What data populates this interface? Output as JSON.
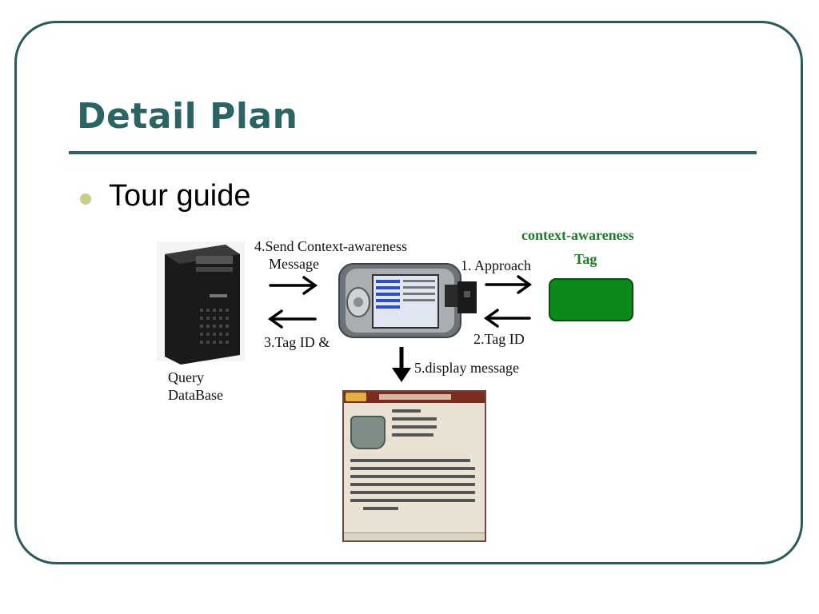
{
  "slide": {
    "title": "Detail Plan",
    "bullet": "Tour guide"
  },
  "diagram": {
    "labels": {
      "send_line1": "4.Send Context-awareness",
      "send_line2": "Message",
      "tag_id_and": "3.Tag ID &",
      "query_line1": "Query",
      "query_line2": "DataBase",
      "approach": "1. Approach",
      "tag_id": "2.Tag ID",
      "display": "5.display message",
      "context_line1": "context-awareness",
      "context_line2": "Tag"
    },
    "colors": {
      "frame": "#2c5a5a",
      "title": "#2c6363",
      "bullet": "#c8cc8c",
      "tag_green": "#0b8a1a",
      "context_text": "#1f7a2a"
    },
    "icons": [
      "server-tower-icon",
      "pda-device-icon",
      "rfid-tag-icon",
      "museum-screen-icon",
      "arrow-right-icon",
      "arrow-left-icon",
      "arrow-down-icon"
    ]
  }
}
